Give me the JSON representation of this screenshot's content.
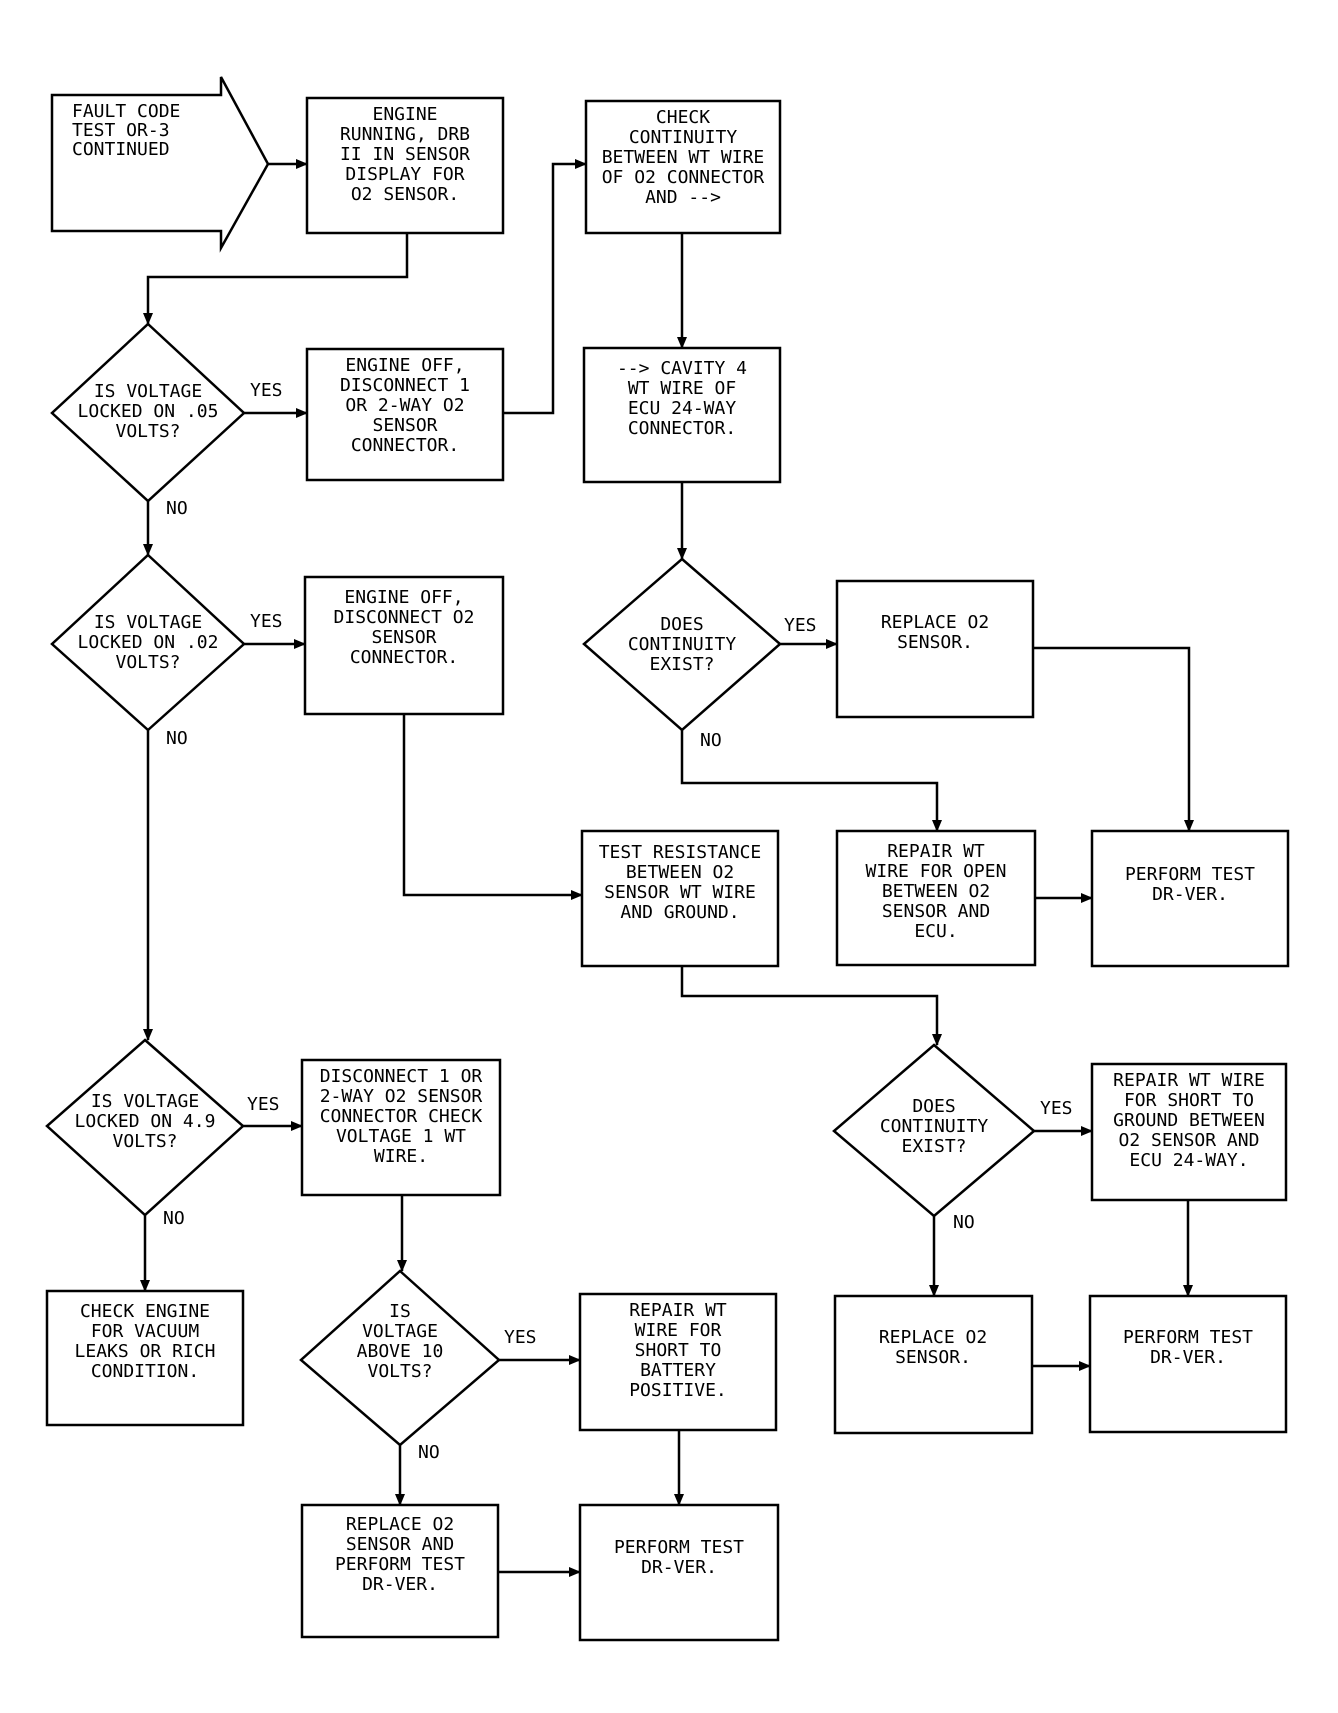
{
  "nodes": {
    "start": [
      "FAULT CODE",
      "TEST OR-3",
      "CONTINUED"
    ],
    "engine_running": [
      "ENGINE",
      "RUNNING, DRB",
      "II IN SENSOR",
      "DISPLAY FOR",
      "O2 SENSOR."
    ],
    "check_continuity": [
      "CHECK",
      "CONTINUITY",
      "BETWEEN WT WIRE",
      "OF O2 CONNECTOR",
      "AND -->"
    ],
    "q_005": [
      "IS VOLTAGE",
      "LOCKED ON .05",
      "VOLTS?"
    ],
    "engine_off_1": [
      "ENGINE OFF,",
      "DISCONNECT 1",
      "OR 2-WAY O2",
      "SENSOR",
      "CONNECTOR."
    ],
    "cavity_4": [
      "--> CAVITY 4",
      "WT WIRE OF",
      "ECU 24-WAY",
      "CONNECTOR."
    ],
    "q_002": [
      "IS VOLTAGE",
      "LOCKED ON .02",
      "VOLTS?"
    ],
    "engine_off_2": [
      "ENGINE OFF,",
      "DISCONNECT O2",
      "SENSOR",
      "CONNECTOR."
    ],
    "q_continuity_1": [
      "DOES",
      "CONTINUITY",
      "EXIST?"
    ],
    "replace_o2_1": [
      "REPLACE O2",
      "SENSOR."
    ],
    "test_resistance": [
      "TEST RESISTANCE",
      "BETWEEN O2",
      "SENSOR WT WIRE",
      "AND GROUND."
    ],
    "repair_open": [
      "REPAIR WT",
      "WIRE FOR OPEN",
      "BETWEEN O2",
      "SENSOR AND",
      "ECU."
    ],
    "perform_1": [
      "PERFORM TEST",
      "DR-VER."
    ],
    "q_49": [
      "IS VOLTAGE",
      "LOCKED ON 4.9",
      "VOLTS?"
    ],
    "disconnect_check": [
      "DISCONNECT 1 OR",
      "2-WAY O2 SENSOR",
      "CONNECTOR CHECK",
      "VOLTAGE 1 WT",
      "WIRE."
    ],
    "q_continuity_2": [
      "DOES",
      "CONTINUITY",
      "EXIST?"
    ],
    "repair_ground": [
      "REPAIR WT WIRE",
      "FOR SHORT TO",
      "GROUND BETWEEN",
      "O2 SENSOR AND",
      "ECU 24-WAY."
    ],
    "check_vacuum": [
      "CHECK ENGINE",
      "FOR VACUUM",
      "LEAKS OR RICH",
      "CONDITION."
    ],
    "q_10": [
      "IS",
      "VOLTAGE",
      "ABOVE 10",
      "VOLTS?"
    ],
    "repair_battery": [
      "REPAIR WT",
      "WIRE FOR",
      "SHORT TO",
      "BATTERY",
      "POSITIVE."
    ],
    "replace_o2_2": [
      "REPLACE O2",
      "SENSOR."
    ],
    "perform_2": [
      "PERFORM TEST",
      "DR-VER."
    ],
    "replace_perform": [
      "REPLACE O2",
      "SENSOR AND",
      "PERFORM TEST",
      "DR-VER."
    ],
    "perform_3": [
      "PERFORM TEST",
      "DR-VER."
    ]
  },
  "labels": {
    "yes_005": "YES",
    "no_005": "NO",
    "yes_002": "YES",
    "no_002": "NO",
    "yes_cont1": "YES",
    "no_cont1": "NO",
    "yes_49": "YES",
    "no_49": "NO",
    "yes_cont2": "YES",
    "no_cont2": "NO",
    "yes_10": "YES",
    "no_10": "NO"
  }
}
